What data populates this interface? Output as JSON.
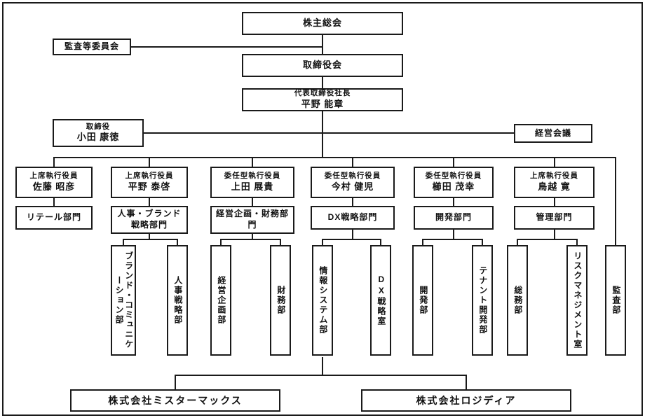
{
  "governance": {
    "shareholders_meeting": "株主総会",
    "audit_committee": "監査等委員会",
    "board_of_directors": "取締役会",
    "president": {
      "title": "代表取締役社長",
      "name": "平野 能章"
    },
    "director": {
      "title": "取締役",
      "name": "小田 康徳"
    },
    "management_council": "経営会議"
  },
  "executives": [
    {
      "title": "上席執行役員",
      "name": "佐藤 昭彦",
      "division": "リテール部門",
      "departments": []
    },
    {
      "title": "上席執行役員",
      "name": "平野 泰啓",
      "division": "人事・ブランド戦略部門",
      "departments": [
        "ブランド・コミュニケーション部",
        "人事戦略部"
      ]
    },
    {
      "title": "委任型執行役員",
      "name": "上田 展貴",
      "division": "経営企画・財務部門",
      "departments": [
        "経営企画部",
        "財務部"
      ]
    },
    {
      "title": "委任型執行役員",
      "name": "今村 健児",
      "division": "DX戦略部門",
      "departments": [
        "情報システム部",
        "DX戦略室"
      ]
    },
    {
      "title": "委任型執行役員",
      "name": "櫛田 茂幸",
      "division": "開発部門",
      "departments": [
        "開発部",
        "テナント開発部"
      ]
    },
    {
      "title": "上席執行役員",
      "name": "鳥越 寛",
      "division": "管理部門",
      "departments": [
        "総務部",
        "リスクマネジメント室"
      ]
    }
  ],
  "audit_department": "監査部",
  "subsidiaries": [
    "株式会社ミスターマックス",
    "株式会社ロジディア"
  ],
  "colors": {
    "line": "#1a1a1a",
    "box_border": "#1a1a1a",
    "text": "#111111",
    "background": "#ffffff"
  }
}
